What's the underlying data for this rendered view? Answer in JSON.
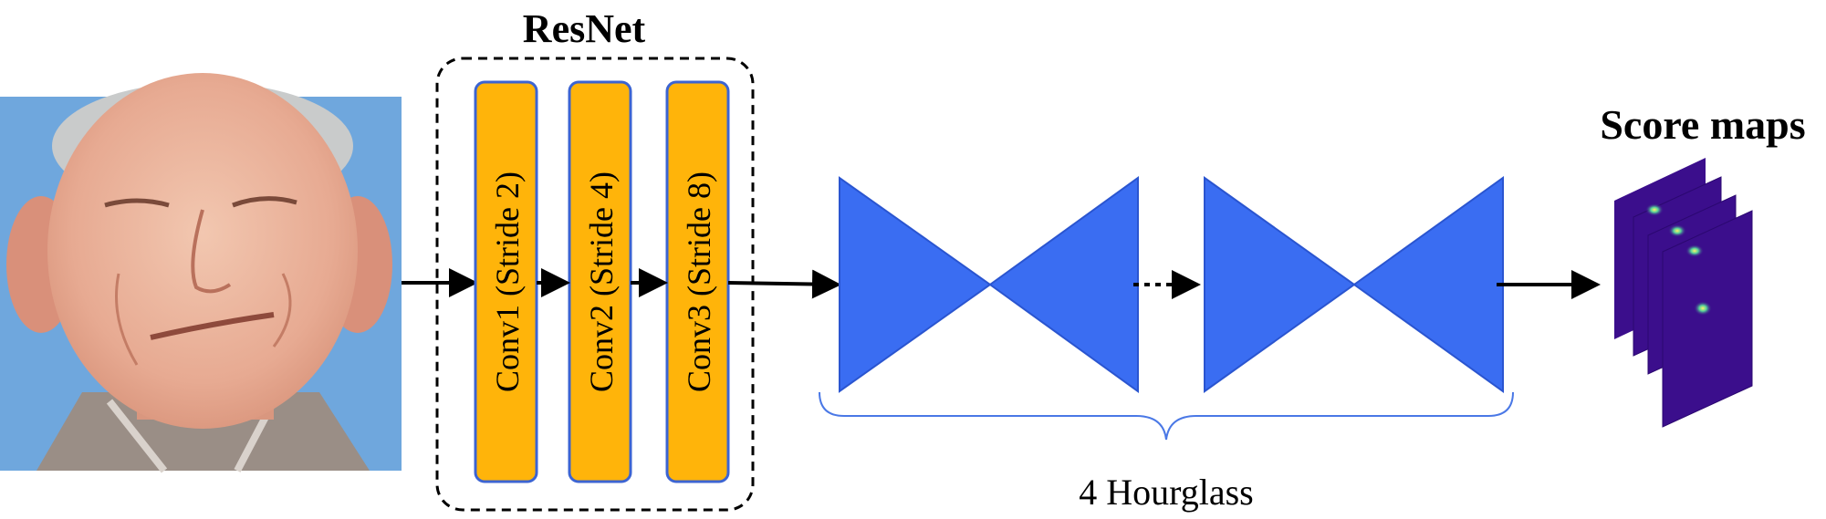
{
  "title": "ResNet",
  "conv_layers": [
    {
      "label": "Conv1 (Stride 2)"
    },
    {
      "label": "Conv2 (Stride 4)"
    },
    {
      "label": "Conv3 (Stride 8)"
    }
  ],
  "hourglass_label": "4 Hourglass",
  "output_label": "Score maps",
  "colors": {
    "conv_fill": "#FFB40A",
    "conv_stroke": "#3C64D2",
    "hourglass_fill": "#3A6DF2",
    "hourglass_stroke": "#2A55D0",
    "brace": "#4A78E6",
    "score_map": "#3B0E8C",
    "photo_background": "#6FA7DD"
  },
  "icons": {
    "input_image": "face-photo",
    "output": "score-map-stack-icon"
  }
}
